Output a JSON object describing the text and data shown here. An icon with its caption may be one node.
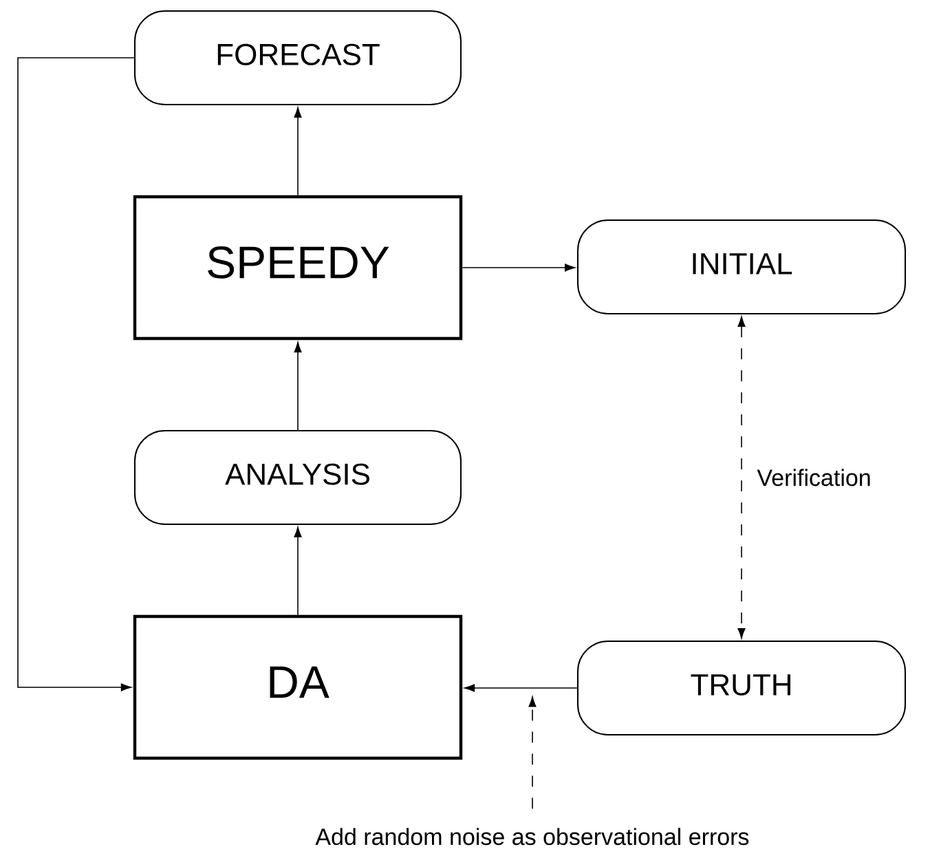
{
  "diagram": {
    "nodes": [
      {
        "text": [
          "FORECAST"
        ]
      },
      {
        "text": [
          "SPEEDY"
        ]
      },
      {
        "text": [
          "INITIAL"
        ]
      },
      {
        "text": [
          "ANALYSIS"
        ]
      },
      {
        "text": [
          "DA"
        ]
      },
      {
        "text": [
          "TRUTH"
        ]
      },
      {
        "text": [
          "Add random noise as observational errors"
        ]
      }
    ],
    "edges": [
      {
        "from": 1,
        "to": 0,
        "arrow": "to"
      },
      {
        "from": 1,
        "to": 2,
        "arrow": "to"
      },
      {
        "from": 3,
        "to": 1,
        "arrow": "to"
      },
      {
        "from": 4,
        "to": 3,
        "arrow": "to"
      },
      {
        "from": 0,
        "to": 4,
        "arrow": "to"
      },
      {
        "from": 5,
        "to": 4,
        "arrow": "to"
      },
      {
        "from": 2,
        "to": 5,
        "arrow": "both",
        "style": "dashed",
        "label": "Verification"
      },
      {
        "from": 6,
        "to": null,
        "arrow": "to",
        "style": "dashed"
      }
    ]
  }
}
